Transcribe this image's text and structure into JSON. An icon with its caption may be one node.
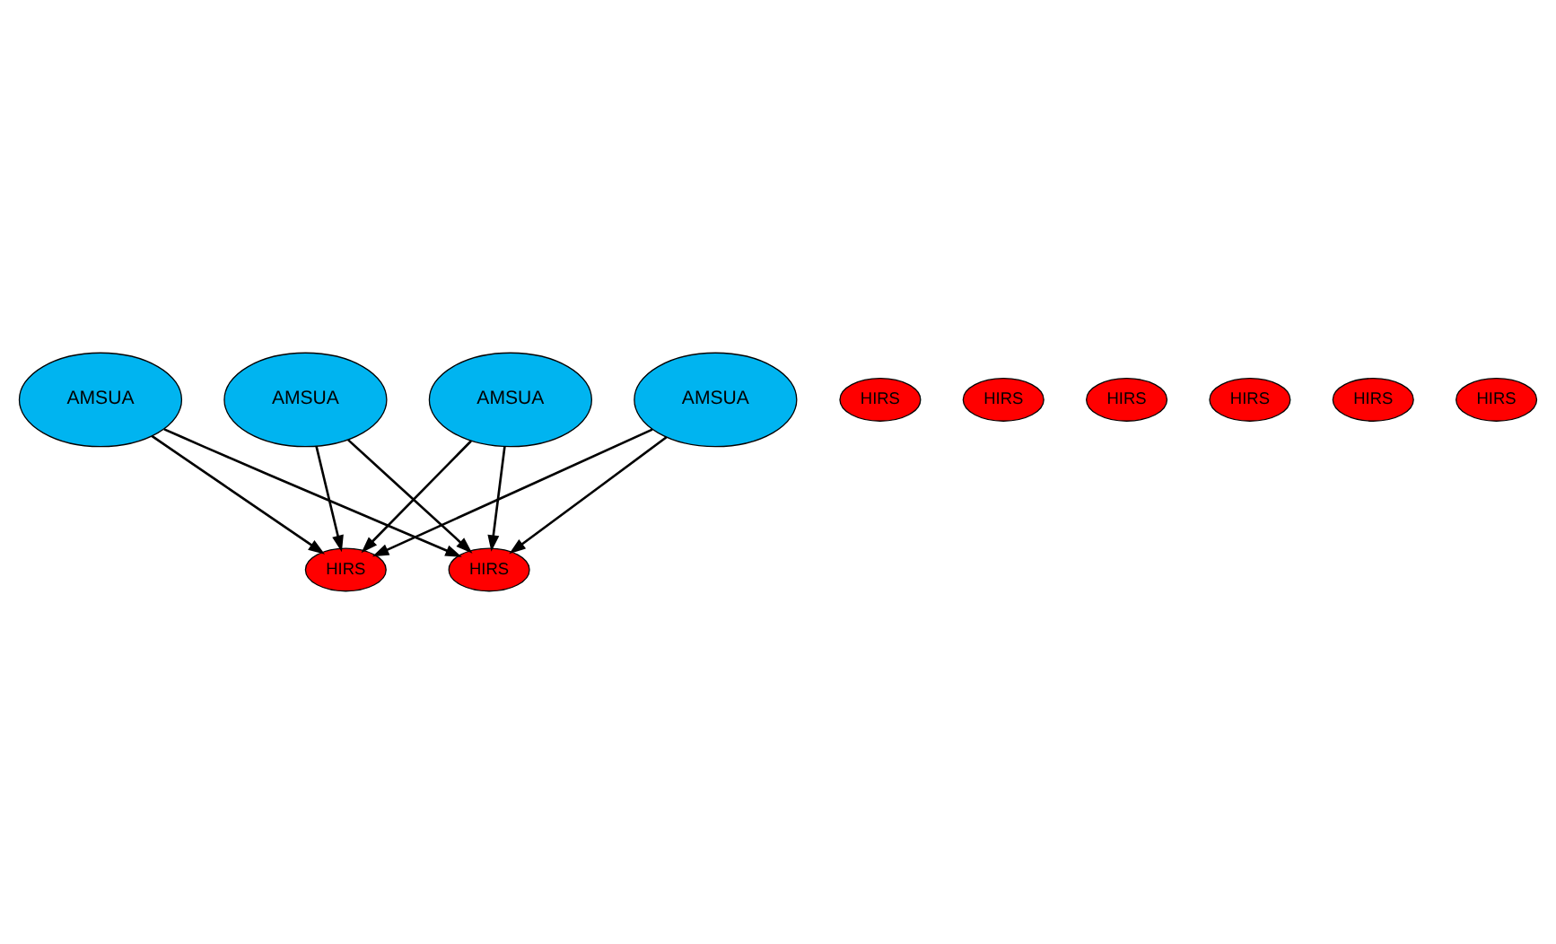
{
  "diagram": {
    "nodes": [
      {
        "text": [
          "AMSUA"
        ]
      },
      {
        "text": [
          "AMSUA"
        ]
      },
      {
        "text": [
          "HIRS"
        ]
      },
      {
        "text": [
          "HIRS"
        ]
      },
      {
        "text": [
          "HIRS"
        ]
      },
      {
        "text": [
          "HIRS"
        ]
      },
      {
        "text": [
          "HIRS"
        ]
      },
      {
        "text": [
          "HIRS"
        ]
      },
      {
        "text": [
          "HIRS"
        ]
      },
      {
        "text": [
          "HIRS"
        ]
      },
      {
        "text": [
          "AMSUA"
        ]
      },
      {
        "text": [
          "AMSUA"
        ]
      }
    ],
    "edges": [
      {
        "from": 0,
        "to": 4,
        "arrow": "to"
      },
      {
        "from": 0,
        "to": 8,
        "arrow": "to"
      },
      {
        "from": 1,
        "to": 4,
        "arrow": "to"
      },
      {
        "from": 1,
        "to": 8,
        "arrow": "to"
      },
      {
        "from": 10,
        "to": 4,
        "arrow": "to"
      },
      {
        "from": 10,
        "to": 8,
        "arrow": "to"
      },
      {
        "from": 11,
        "to": 4,
        "arrow": "to"
      },
      {
        "from": 11,
        "to": 8,
        "arrow": "to"
      }
    ]
  }
}
